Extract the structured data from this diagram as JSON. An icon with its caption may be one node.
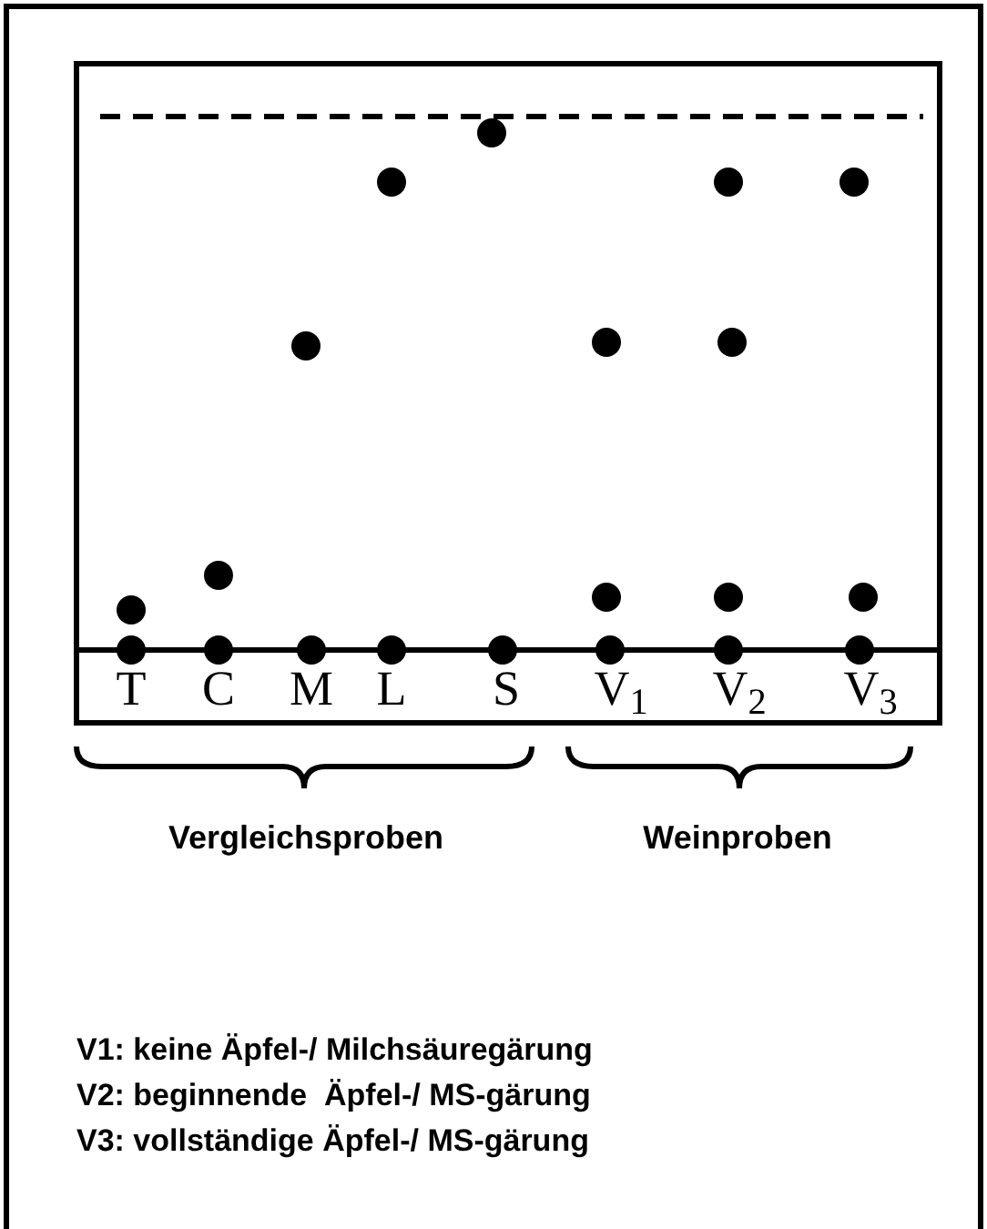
{
  "diagram": {
    "labels": [
      "T",
      "C",
      "M",
      "L",
      "S",
      "V$_{1}$",
      "V$_{2}$",
      "V$_{3}$",
      "Vergleichsproben",
      "Weinproben",
      "V1: keine Äpfel-/ Milchsäuregärung",
      "V2: beginnende  Äpfel-/ MS-gärung",
      "V3: vollständige Äpfel-/ MS-gärung"
    ]
  }
}
